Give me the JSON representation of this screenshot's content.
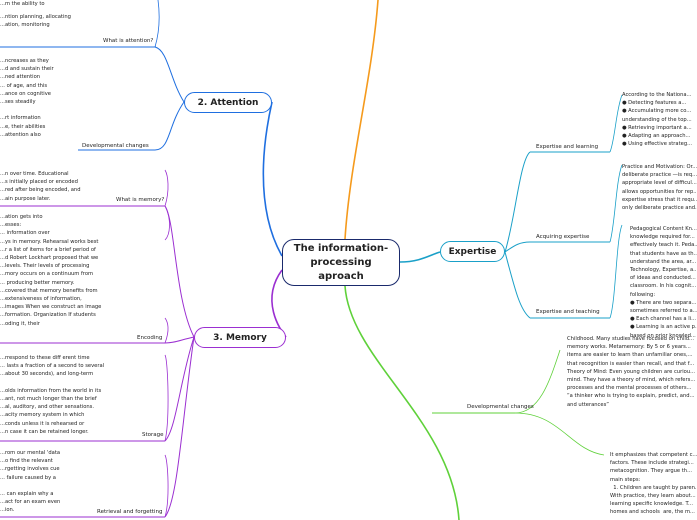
{
  "central": {
    "title": "The information-processing aproach"
  },
  "branches": {
    "attention": {
      "title": "2. Attention",
      "color": "#1f6fe0"
    },
    "memory": {
      "title": "3. Memory",
      "color": "#9b2fd1"
    },
    "expertise": {
      "title": "Expertise",
      "color": "#1aa0c8"
    },
    "metacognition_color": "#5fd13a",
    "top_branch_color": "#f59a1c"
  },
  "attention": {
    "top_fragment_1": "...m the ability to",
    "top_fragment_2": "...ntion planning, allocating\n...ation, monitoring",
    "what_label": "What is attention?",
    "dev_text": "...ncreases as they\n...d and sustain their\n...ned attention\n... of age, and this\n...ance on cognitive\n...ses steadily\n\n...rt information\n...e, their abilities\n...attention also",
    "dev_label": "Developmental changes"
  },
  "memory": {
    "what_text": "...n over time. Educational\n...s initially placed or encoded\n...red after being encoded, and\n...ain purpose later.",
    "what_label": "What is memory?",
    "encoding_text": "...ation gets into\n...esses:\n... information over\n...ys in memory. Rehearsal works best\n...r a list of items for a brief period of\n...d Robert Lockhart proposed that we\n...levels. Their levels of processing\n...mory occurs on a continuum from\n... producing better memory.\n...covered that memory benefits from\n...extensiveness of information,\n...images When we construct an image\n...formation. Organization If students\n...oding it, their",
    "encoding_label": "Encoding",
    "storage_text": "...rrespond to these diff erent time\n... lasts a fraction of a second to several\n...about 30 seconds), and long-term\n\n...olds information from the world in its\n...ant, not much longer than the brief\n...al, auditory, and other sensations.\n...acity memory system in which\n...conds unless it is rehearsed or\n...n case it can be retained longer.",
    "storage_label": "Storage",
    "retrieval_text": "...rom our mental 'data\n...o find the relevant\n...rgetting involves cue\n... failure caused by a\n\n... can explain why a\n...act for an exam even\n...ion.",
    "retrieval_label": "Retrieval and forgetting"
  },
  "expertise": {
    "learning_text": "According to the Nationa...\n● Detecting features a...\n● Accumulating more co...\nunderstanding of the top...\n● Retrieving important a...\n● Adapting an approach...\n● Using effective strateg...",
    "learning_label": "Expertise and learning",
    "acquiring_text": "Practice and Motivation: Or...\ndeliberate practice —is req...\nappropriate level of difficul...\nallows opportunities for rep...\nexpertise stress that it requ...\nonly deliberate practice and...",
    "acquiring_label": "Acquiring expertise",
    "teaching_text": "Pedagogical Content Kn...\nknowledge required for...\neffectively teach it. Peda...\nthat students have as th...\nunderstand the area, ar...\nTechnology, Expertise, a...\nof ideas and conducted...\nclassroom. In his cognit...\nfollowing:\n● There are two separa...\nsometimes referred to a...\n● Each channel has a li...\n● Learning is an active p...\nbased on prior knowled...",
    "teaching_label": "Expertise and teaching"
  },
  "metacognition": {
    "dev_text": "Childhood. Many studies have focused on child...\nmemory works. Metamemory: By 5 or 6 years...\nitems are easier to learn than unfamiliar ones,...\nthat recognition is easier than recall, and that f...\nTheory of Mind: Even young children are curiou...\nmind. They have a theory of mind, which refers...\nprocesses and the mental processes of others...\n“a thinker who is trying to explain, predict, and...\nand utterances”",
    "dev_label": "Developmental changes",
    "second_text": "It emphasizes that competent c...\nfactors. These include strategi...\nmetacognition. They argue th...\nmain steps:\n  1. Children are taught by paren...\nWith practice, they learn about...\nlearning specific knowledge. T...\nhomes and schools  are, the m..."
  }
}
